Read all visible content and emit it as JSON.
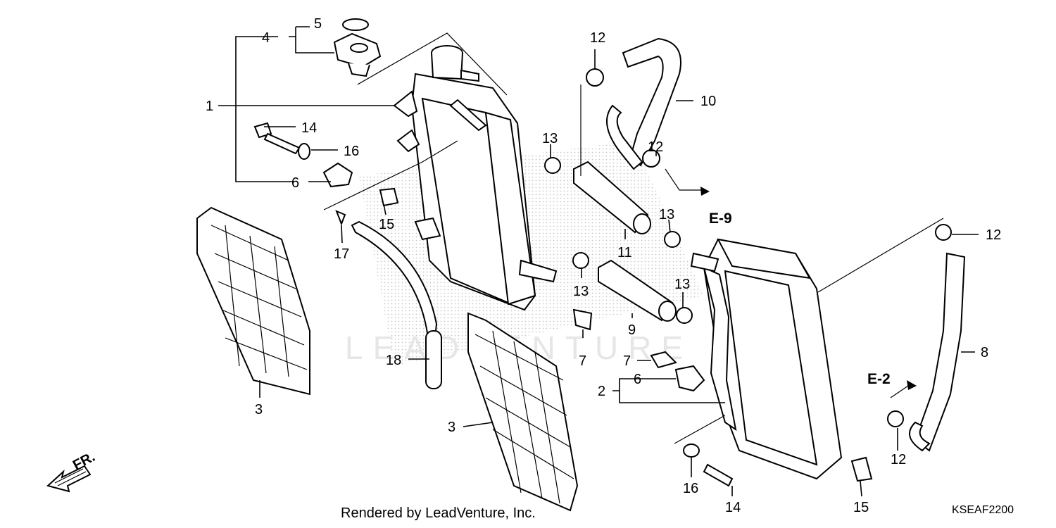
{
  "footer": {
    "credit": "Rendered by LeadVenture, Inc.",
    "diagram_code": "KSEAF2200"
  },
  "watermark": "LEADVENTURE",
  "direction": {
    "label": "FR."
  },
  "refs": {
    "e9": "E-9",
    "e2": "E-2"
  },
  "callouts": {
    "c1": "1",
    "c2": "2",
    "c3a": "3",
    "c3b": "3",
    "c4": "4",
    "c5": "5",
    "c6a": "6",
    "c6b": "6",
    "c7a": "7",
    "c7b": "7",
    "c8": "8",
    "c9": "9",
    "c10": "10",
    "c11": "11",
    "c12a": "12",
    "c12b": "12",
    "c12c": "12",
    "c12d": "12",
    "c13a": "13",
    "c13b": "13",
    "c13c": "13",
    "c13d": "13",
    "c14a": "14",
    "c14b": "14",
    "c15a": "15",
    "c15b": "15",
    "c16a": "16",
    "c16b": "16",
    "c17": "17",
    "c18": "18"
  }
}
